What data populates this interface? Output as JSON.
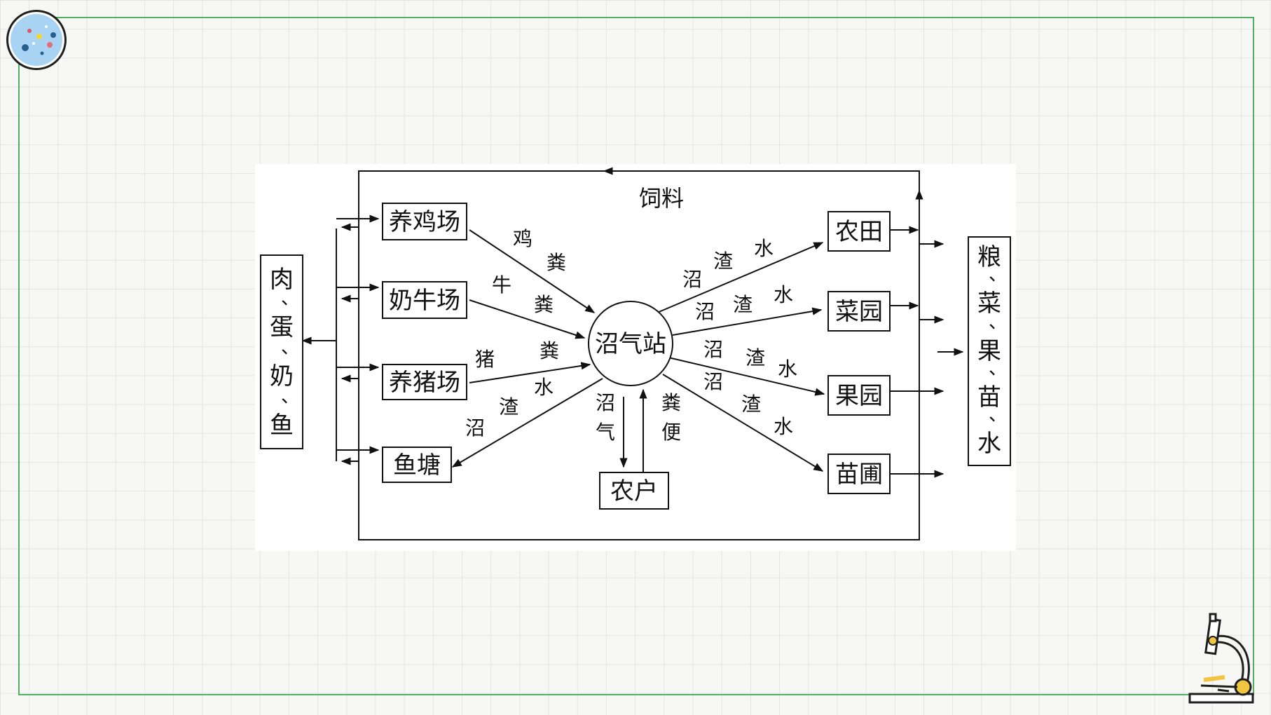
{
  "diagram": {
    "center": "沼气站",
    "feed_label": "饲料",
    "sources": [
      "养鸡场",
      "奶牛场",
      "养猪场",
      "鱼塘"
    ],
    "household": "农户",
    "sinks": [
      "农田",
      "菜园",
      "果园",
      "苗圃"
    ],
    "left_products": [
      "肉",
      "、",
      "蛋",
      "、",
      "奶",
      "、",
      "鱼"
    ],
    "right_products": [
      "粮",
      "、",
      "菜",
      "、",
      "果",
      "、",
      "苗",
      "、",
      "水"
    ],
    "edge_labels": {
      "chicken": [
        "鸡",
        "粪"
      ],
      "cow": [
        "牛",
        "粪"
      ],
      "pig": [
        "猪",
        "粪"
      ],
      "fish": [
        "沼",
        "渣",
        "水"
      ],
      "field": [
        "沼",
        "渣",
        "水"
      ],
      "garden": [
        "沼",
        "渣",
        "水"
      ],
      "orchard": [
        "沼",
        "渣",
        "水"
      ],
      "nursery": [
        "沼",
        "渣",
        "水"
      ],
      "to_household": [
        "沼",
        "气"
      ],
      "from_household": [
        "粪",
        "便"
      ]
    }
  }
}
